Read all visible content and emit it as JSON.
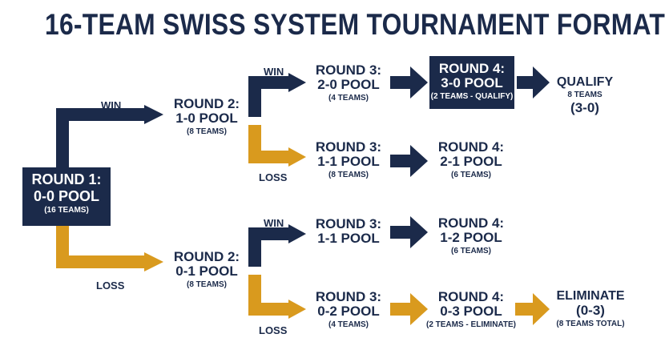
{
  "title": "16-TEAM SWISS SYSTEM TOURNAMENT FORMAT",
  "colors": {
    "navy": "#1b2a4a",
    "gold": "#d99a1e",
    "white": "#ffffff"
  },
  "edge_labels": {
    "win": "WIN",
    "loss": "LOSS"
  },
  "nodes": {
    "r1": {
      "l1": "ROUND 1:",
      "l2": "0-0 POOL",
      "sub": "(16 TEAMS)"
    },
    "r2_win": {
      "l1": "ROUND 2:",
      "l2": "1-0 POOL",
      "sub": "(8 TEAMS)"
    },
    "r2_loss": {
      "l1": "ROUND 2:",
      "l2": "0-1 POOL",
      "sub": "(8 TEAMS)"
    },
    "r3_20": {
      "l1": "ROUND 3:",
      "l2": "2-0 POOL",
      "sub": "(4 TEAMS)"
    },
    "r3_11a": {
      "l1": "ROUND 3:",
      "l2": "1-1 POOL",
      "sub": "(8 TEAMS)"
    },
    "r3_11b": {
      "l1": "ROUND 3:",
      "l2": "1-1 POOL"
    },
    "r3_02": {
      "l1": "ROUND 3:",
      "l2": "0-2 POOL",
      "sub": "(4 TEAMS)"
    },
    "r4_30": {
      "l1": "ROUND 4:",
      "l2": "3-0 POOL",
      "sub": "(2 TEAMS - QUALIFY)"
    },
    "r4_21": {
      "l1": "ROUND 4:",
      "l2": "2-1 POOL",
      "sub": "(6 TEAMS)"
    },
    "r4_12": {
      "l1": "ROUND 4:",
      "l2": "1-2 POOL",
      "sub": "(6 TEAMS)"
    },
    "r4_03": {
      "l1": "ROUND 4:",
      "l2": "0-3 POOL",
      "sub": "(2 TEAMS - ELIMINATE)"
    },
    "qualify": {
      "l1": "QUALIFY",
      "sub": "8 TEAMS",
      "l2": "(3-0)"
    },
    "eliminate": {
      "l1": "ELIMINATE",
      "l2": "(0-3)",
      "sub": "(8 TEAMS TOTAL)"
    }
  }
}
